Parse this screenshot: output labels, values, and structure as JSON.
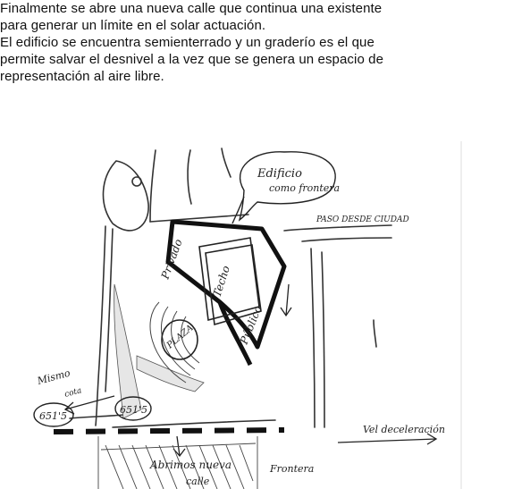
{
  "text": {
    "paragraph_1": "Finalmente se abre una nueva calle que continua una existente para generar un límite en el solar actuación.",
    "paragraph_1_line_1": "Finalmente se abre una nueva calle que continua una existente",
    "paragraph_1_line_2": "para generar un límite en el solar actuación.",
    "paragraph_2_line_1": "El edificio se encuentra semienterrado y un graderío es el que",
    "paragraph_2_line_2": "permite salvar el desnivel a la vez que se genera un espacio de",
    "paragraph_2_line_3": "representación al aire libre."
  },
  "sketch": {
    "labels": {
      "edificio_frontera": "Edificio como frontera",
      "edificio_frontera_l1": "Edificio",
      "edificio_frontera_l2": "como frontera",
      "paso": "PASO DESDE CIUDAD",
      "privado": "Privado",
      "techo": "Techo",
      "publico": "Público",
      "plaza": "PLAZA",
      "mismo_cota": "Mismo cota",
      "mismo_l1": "Mismo",
      "mismo_l2": "cota",
      "cota_left": "651'5",
      "cota_mid": "651'5",
      "val_deceleracion": "Vel deceleración",
      "abrimos_nueva_calle": "Abrimos nueva calle",
      "abrimos_l1": "Abrimos nueva",
      "abrimos_l2": "calle",
      "frontera": "Frontera"
    }
  }
}
